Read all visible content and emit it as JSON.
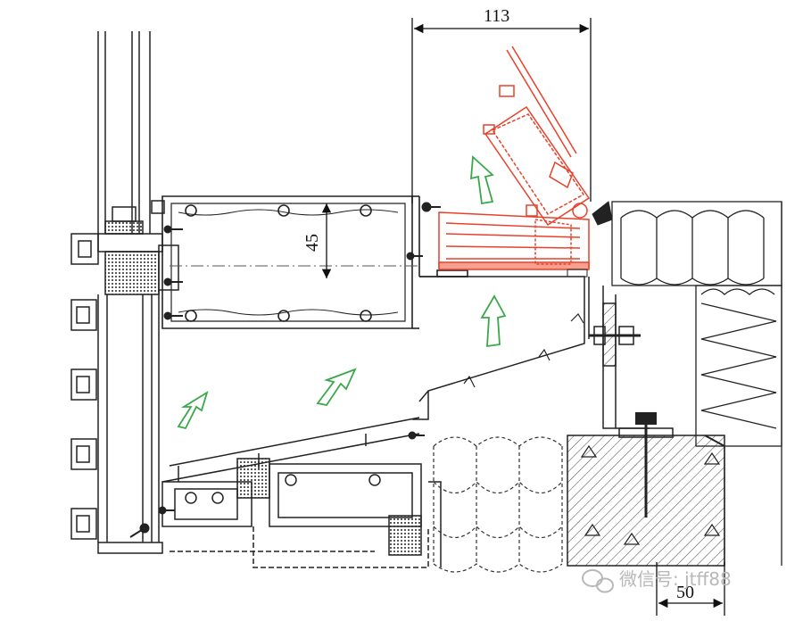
{
  "dimensions": {
    "top_width": "113",
    "vertical_height": "45",
    "bottom_width": "50"
  },
  "watermark": {
    "text": "微信号: jtff88"
  },
  "colors": {
    "line": "#222222",
    "vent_red": "#e8402a",
    "vent_red_light": "#f7a090",
    "airflow_green": "#3aa84a",
    "watermark_gray": "#b8b8b8"
  }
}
